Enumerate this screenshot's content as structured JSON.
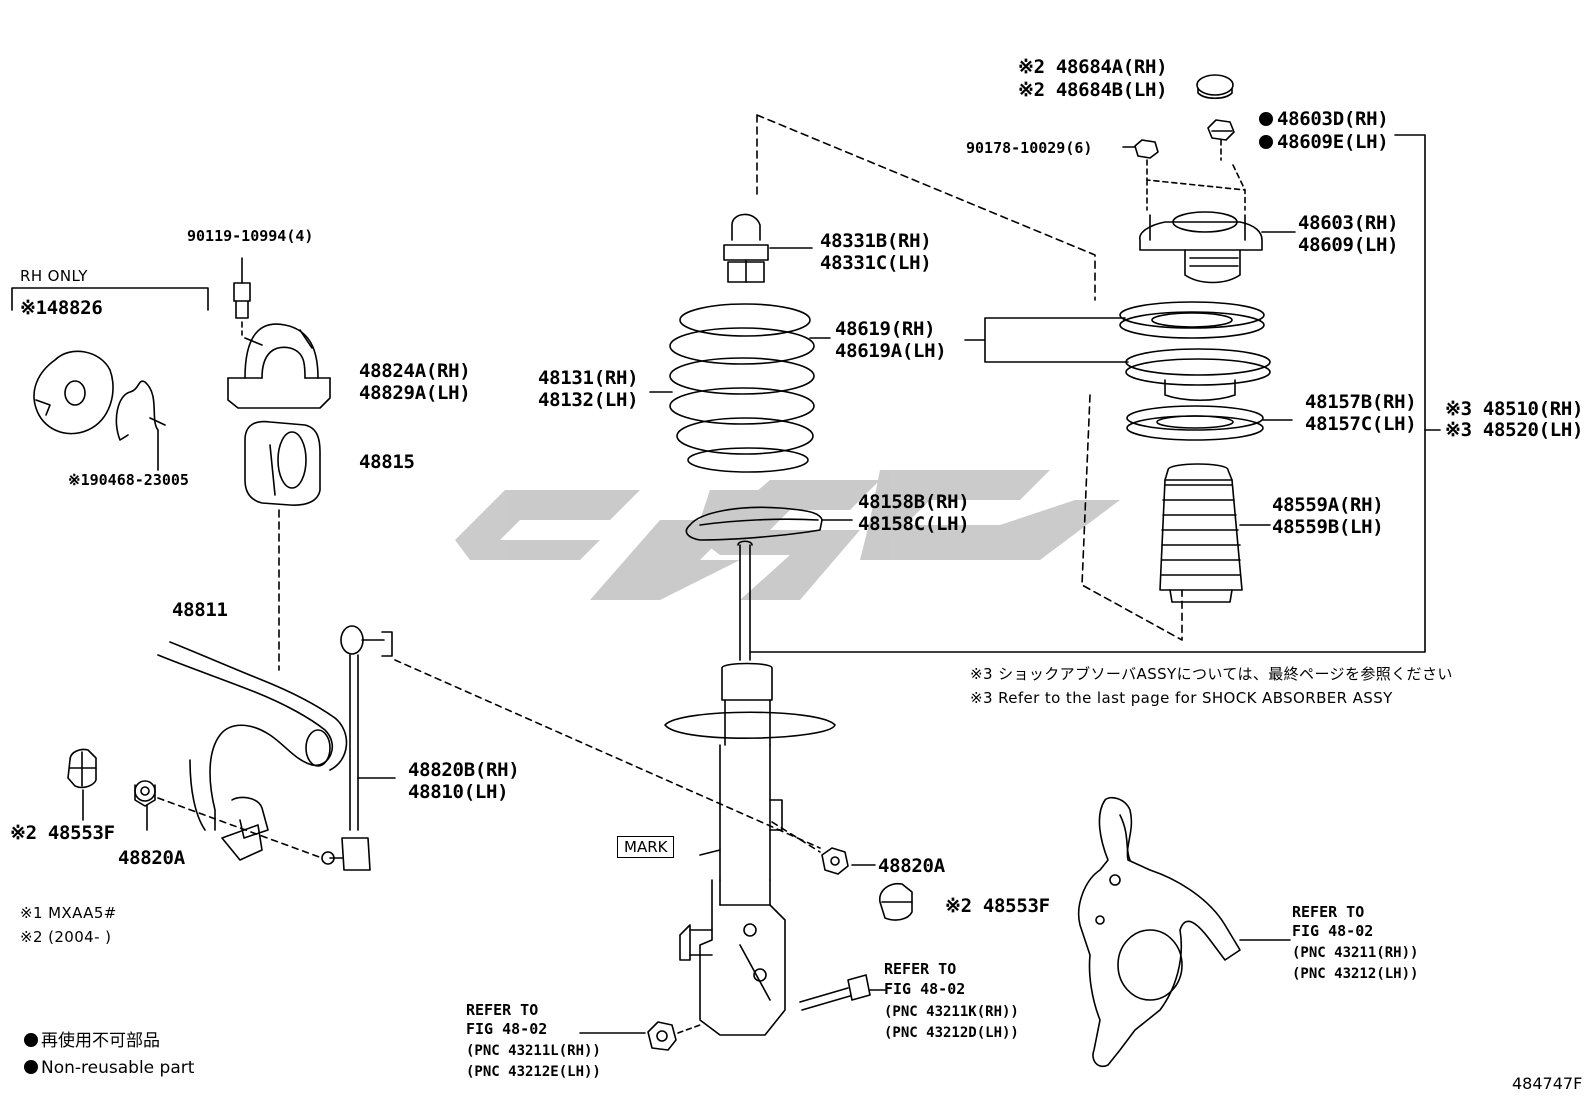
{
  "labels": {
    "rh_only": "RH ONLY",
    "p48826": "※148826",
    "p90468": "※190468-23005",
    "p90119": "90119-10994(4)",
    "p48824a": "48824A(RH)",
    "p48829a": "48829A(LH)",
    "p48815": "48815",
    "p48811": "48811",
    "p48553f_left": "※2 48553F",
    "p48820a_left": "48820A",
    "p48820b": "48820B(RH)",
    "p48810": "48810(LH)",
    "p48331b": "48331B(RH)",
    "p48331c": "48331C(LH)",
    "p48131": "48131(RH)",
    "p48132": "48132(LH)",
    "p48619": "48619(RH)",
    "p48619a": "48619A(LH)",
    "p48158b": "48158B(RH)",
    "p48158c": "48158C(LH)",
    "p48684a": "※2 48684A(RH)",
    "p48684b": "※2 48684B(LH)",
    "p48603d": "48603D(RH)",
    "p48609e": "48609E(LH)",
    "p90178": "90178-10029(6)",
    "p48603": "48603(RH)",
    "p48609": "48609(LH)",
    "p48157b": "48157B(RH)",
    "p48157c": "48157C(LH)",
    "p48510": "※3 48510(RH)",
    "p48520": "※3 48520(LH)",
    "p48559a": "48559A(RH)",
    "p48559b": "48559B(LH)",
    "p48820a_right": "48820A",
    "p48553f_right": "※2 48553F",
    "mark": "MARK",
    "refer_bl_1": "REFER TO",
    "refer_bl_2": "FIG 48-02",
    "refer_bl_3": "(PNC 43211L(RH))",
    "refer_bl_4": "(PNC 43212E(LH))",
    "refer_bm_1": "REFER TO",
    "refer_bm_2": "FIG 48-02",
    "refer_bm_3": "(PNC 43211K(RH))",
    "refer_bm_4": "(PNC 43212D(LH))",
    "refer_br_1": "REFER TO",
    "refer_br_2": "FIG 48-02",
    "refer_br_3": "(PNC 43211(RH))",
    "refer_br_4": "(PNC 43212(LH))"
  },
  "notes": {
    "note3_jp": "※3 ショックアブソーバASSYについては、最終ページを参照ください",
    "note3_en": "※3 Refer to the last page for SHOCK ABSORBER ASSY",
    "note1": "※1 MXAA5#",
    "note2": "※2 (2004-      )"
  },
  "legend": {
    "jp": "再使用不可部品",
    "en": "Non-reusable part"
  },
  "figure_id": "484747F",
  "colors": {
    "line": "#000000",
    "watermark": "#c8c8c8",
    "background": "#ffffff"
  }
}
